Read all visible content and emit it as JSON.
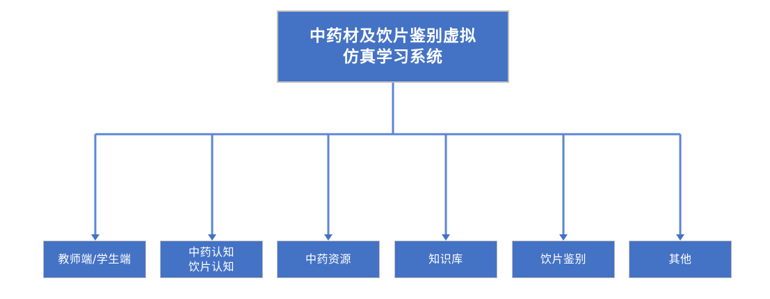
{
  "diagram": {
    "type": "org-chart",
    "title_node": {
      "label": "中药材及饮片鉴别虚拟\n仿真学习系统",
      "fill_color": "#4472C4",
      "text_color": "#FFFFFF",
      "border_color": "#BFBFBF"
    },
    "connector_color": "#5B85D8",
    "children": [
      {
        "label": "教师端/学生端"
      },
      {
        "label": "中药认知\n饮片认知"
      },
      {
        "label": "中药资源"
      },
      {
        "label": "知识库"
      },
      {
        "label": "饮片鉴别"
      },
      {
        "label": "其他"
      }
    ]
  }
}
